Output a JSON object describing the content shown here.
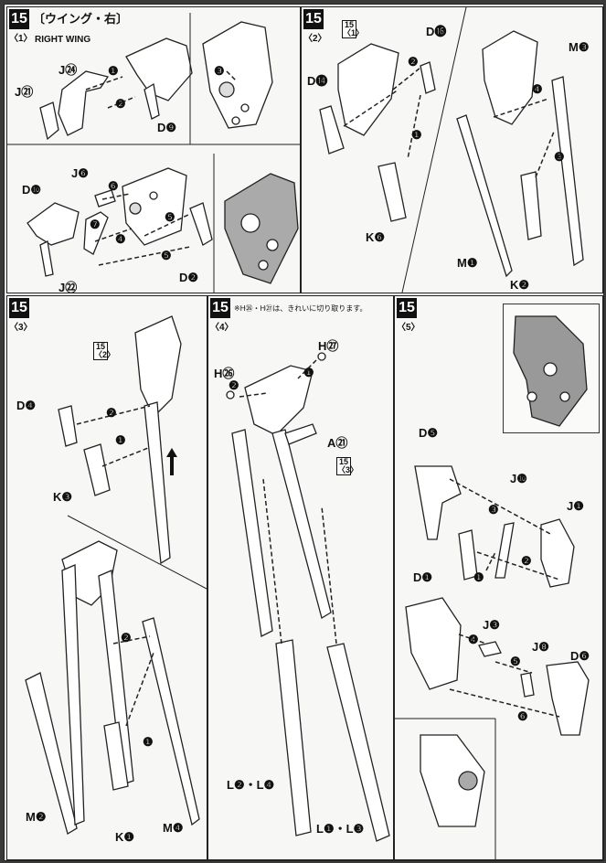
{
  "header": {
    "step": "15",
    "title": "〔ウイング・右〕",
    "subtitle": "RIGHT WING"
  },
  "panels": [
    {
      "id": "p1",
      "step": "15",
      "sub": "〈1〉"
    },
    {
      "id": "p2",
      "step": "15",
      "sub": "〈2〉"
    },
    {
      "id": "p3",
      "step": "15",
      "sub": "〈3〉"
    },
    {
      "id": "p4",
      "step": "15",
      "sub": "〈4〉"
    },
    {
      "id": "p5",
      "step": "15",
      "sub": "〈5〉"
    }
  ],
  "note_p4": "※H㉖・H㉗は、きれいに切り取ります。",
  "refs": {
    "r1": {
      "top": "15",
      "bottom": "〈1〉"
    },
    "r2": {
      "top": "15",
      "bottom": "〈2〉"
    },
    "r3": {
      "top": "15",
      "bottom": "〈3〉"
    }
  },
  "labels": {
    "p1_j21": "J㉑",
    "p1_j24": "J㉔",
    "p1_d9": "D❾",
    "p1b_j6": "J❻",
    "p1b_d10": "D❿",
    "p1b_j22": "J㉒",
    "p1b_d2": "D❷",
    "p2_d16": "D⓰",
    "p2_d14": "D⓮",
    "p2_m3": "M❸",
    "p2_k6": "K❻",
    "p2_m1": "M❶",
    "p2_k2": "K❷",
    "p3_d4": "D❹",
    "p3_k3": "K❸",
    "p3_m2": "M❷",
    "p3_k1": "K❶",
    "p3_m4": "M❹",
    "p4_h27": "H㉗",
    "p4_h26": "H㉖",
    "p4_a21": "A㉑",
    "p4_l2l4": "L❷・L❹",
    "p4_l1l3": "L❶・L❸",
    "p5_d5": "D❺",
    "p5_j10": "J❿",
    "p5_j1": "J❶",
    "p5_d1": "D❶",
    "p5_j3": "J❸",
    "p5_j8": "J❽",
    "p5_d6": "D❻"
  },
  "steps": [
    "❶",
    "❷",
    "❸",
    "❹",
    "❺",
    "❻",
    "❼"
  ]
}
